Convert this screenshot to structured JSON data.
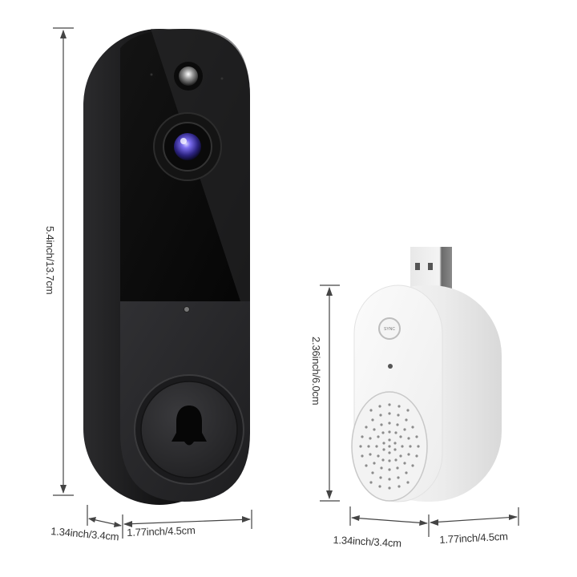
{
  "products": {
    "doorbell": {
      "name": "video doorbell",
      "body_color": "#1c1c1e",
      "face_color": "#0b0b0c",
      "lower_panel_color": "#2a2a2c",
      "lens_color": "#5a4fd8",
      "dimensions": {
        "height": "5.4inch/13.7cm",
        "depth": "1.34inch/3.4cm",
        "width": "1.77inch/4.5cm"
      }
    },
    "chime": {
      "name": "plug-in chime receiver",
      "body_color": "#f1f1f1",
      "button_label": "SYNC",
      "dimensions": {
        "height": "2.36inch/6.0cm",
        "depth": "1.34inch/3.4cm",
        "width": "1.77inch/4.5cm"
      }
    }
  },
  "colors": {
    "dimension_line": "#444444",
    "background": "#ffffff"
  }
}
